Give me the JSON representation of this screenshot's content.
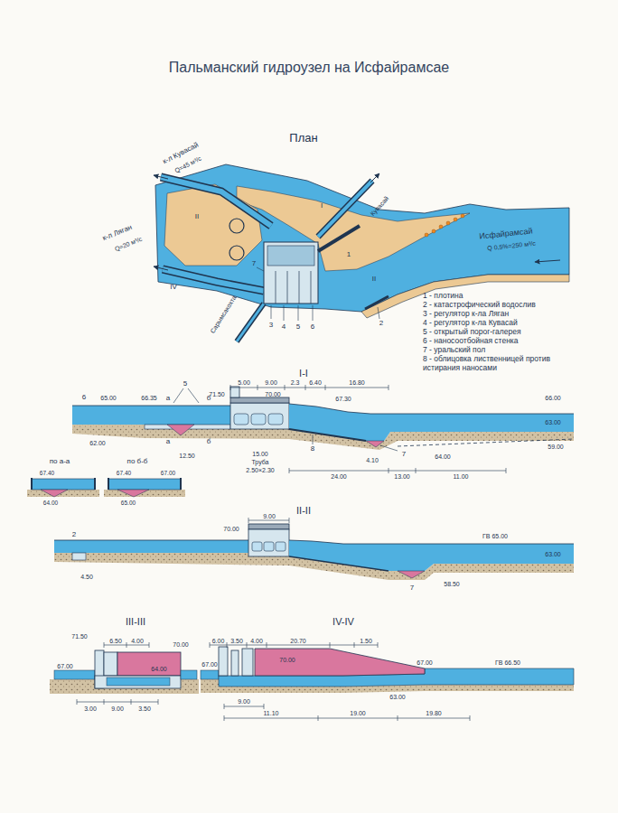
{
  "diagram": {
    "title": "Пальманский гидроузел на Исфайрамсае",
    "labels": [
      "План",
      "к-л Кувасай",
      "Q=45 м³/с",
      "Кувасай",
      "Исфайрамсай",
      "Q 0,5%=250 м³/с",
      "к-л Ляган",
      "Q=20 м³/с",
      "Сарымсакохта",
      "1",
      "2",
      "3",
      "4",
      "5",
      "6",
      "7",
      "II",
      "II",
      "IV",
      "I",
      "I-I",
      "6",
      "5",
      "а",
      "б",
      "а",
      "б",
      "5.00",
      "9.00",
      "2.3",
      "6.40",
      "16.80",
      "71.50",
      "70.00",
      "67.30",
      "66.00",
      "66.35",
      "65.00",
      "62.00",
      "12.50",
      "15.00",
      "Труба",
      "2.50×2.30",
      "8",
      "7",
      "4.10",
      "24.00",
      "13.00",
      "11.00",
      "63.00",
      "64.00",
      "59.00",
      "по а-а",
      "по б-б",
      "67.40",
      "67.40",
      "67.00",
      "64.00",
      "65.00",
      "II-II",
      "9.00",
      "70.00",
      "ГВ 65.00",
      "63.00",
      "2",
      "4.50",
      "58.50",
      "7",
      "III-III",
      "IV-IV",
      "71.50",
      "6.50",
      "4.00",
      "70.00",
      "67.00",
      "64.00",
      "3.00",
      "9.00",
      "3.50",
      "6.00",
      "3.50",
      "4.00",
      "20.70",
      "1.50",
      "67.00",
      "70.00",
      "67.00",
      "ГВ 66.50",
      "63.00",
      "9.00",
      "11.10",
      "19.00",
      "19.80"
    ],
    "legend": [
      {
        "text": "1 - плотина"
      },
      {
        "text": "2 - катастрофический водослив"
      },
      {
        "text": "3 - регулятор к-ла Ляган"
      },
      {
        "text": "4 - регулятор к-ла Кувасай"
      },
      {
        "text": "5 - открытый порог-галерея"
      },
      {
        "text": "6 - наносоотбойная стенка"
      },
      {
        "text": "7 - уральский пол"
      },
      {
        "text": "8 - облицовка лиственницей против истирания наносами"
      }
    ]
  }
}
